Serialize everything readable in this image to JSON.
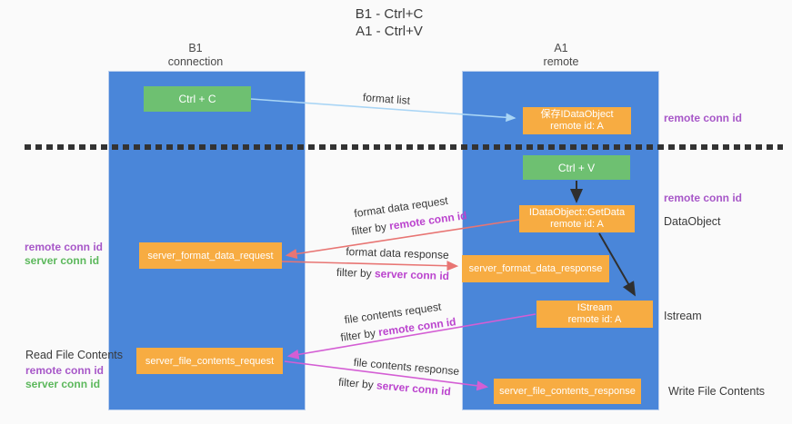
{
  "title": {
    "line1": "B1 - Ctrl+C",
    "line2": "A1 - Ctrl+V"
  },
  "lanes": [
    {
      "name": "B1",
      "sublabel": "connection"
    },
    {
      "name": "A1",
      "sublabel": "remote"
    }
  ],
  "nodes": {
    "ctrl_c": {
      "label": "Ctrl + C"
    },
    "ctrl_v": {
      "label": "Ctrl + V"
    },
    "save_idataobject": {
      "line1": "保存IDataObject",
      "line2": "remote id: A"
    },
    "idataobject_getdata": {
      "line1": "IDataObject::GetData",
      "line2": "remote id: A"
    },
    "istream": {
      "line1": "IStream",
      "line2": "remote id: A"
    },
    "server_format_data_request": {
      "label": "server_format_data_request"
    },
    "server_format_data_response": {
      "label": "server_format_data_response"
    },
    "server_file_contents_request": {
      "label": "server_file_contents_request"
    },
    "server_file_contents_response": {
      "label": "server_file_contents_response"
    }
  },
  "flow_labels": {
    "format_list": "format list",
    "format_data_request": "format data request",
    "format_data_request_filter": {
      "prefix": "filter by ",
      "key": "remote conn id"
    },
    "format_data_response": "format data response",
    "format_data_response_filter": {
      "prefix": "filter by ",
      "key": "server conn id"
    },
    "file_contents_request": "file contents request",
    "file_contents_request_filter": {
      "prefix": "filter by ",
      "key": "remote conn id"
    },
    "file_contents_response": "file contents response",
    "file_contents_response_filter": {
      "prefix": "filter by ",
      "key": "server conn id"
    }
  },
  "side_labels": {
    "top_right_remote_conn_id": "remote conn id",
    "mid_right_remote_conn_id": "remote conn id",
    "dataobject": "DataObject",
    "istream": "Istream",
    "write_file_contents": "Write File Contents",
    "left_remote_conn_id_1": "remote conn id",
    "left_server_conn_id_1": "server conn id",
    "read_file_contents": "Read File Contents",
    "left_remote_conn_id_2": "remote conn id",
    "left_server_conn_id_2": "server conn id"
  },
  "colors": {
    "panel_blue": "#4a86d9",
    "node_green": "#6ec071",
    "node_orange": "#f7ac42",
    "arrow_red": "#e87573",
    "arrow_magenta": "#d45ed4",
    "arrow_light_blue": "#a9d5f5",
    "arrow_black": "#2f2f2f",
    "label_purple": "#a757c8",
    "label_green": "#5cb85c",
    "filter_magenta": "#bb44ce"
  }
}
